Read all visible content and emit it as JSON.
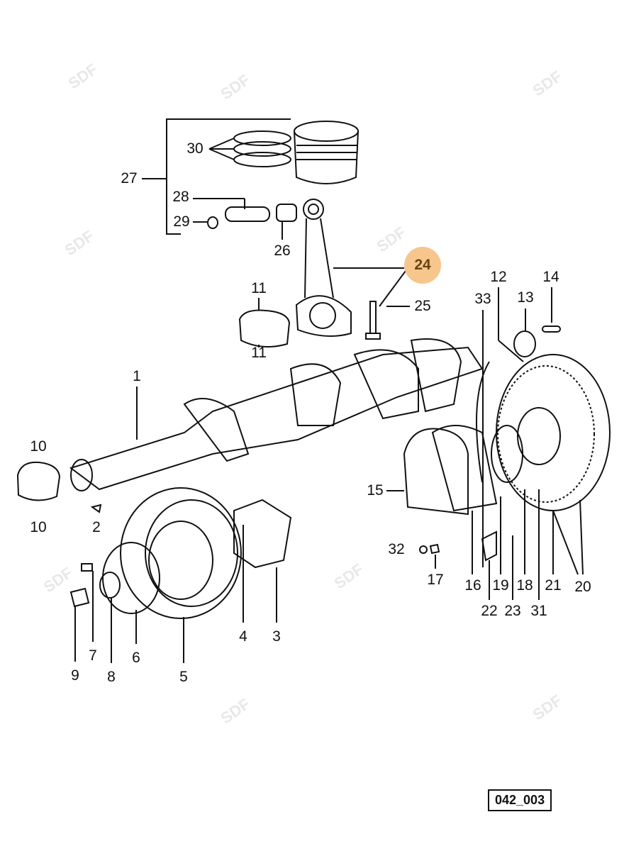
{
  "diagram": {
    "reference_code": "042_003",
    "watermark": "SDF",
    "highlighted_part": "24",
    "highlight_color": "#f6c68c",
    "callouts": [
      "30",
      "27",
      "28",
      "29",
      "26",
      "24",
      "25",
      "11",
      "11",
      "12",
      "13",
      "14",
      "33",
      "1",
      "10",
      "10",
      "2",
      "15",
      "32",
      "17",
      "16",
      "19",
      "18",
      "21",
      "20",
      "22",
      "23",
      "31",
      "4",
      "3",
      "5",
      "6",
      "7",
      "8",
      "9"
    ]
  }
}
